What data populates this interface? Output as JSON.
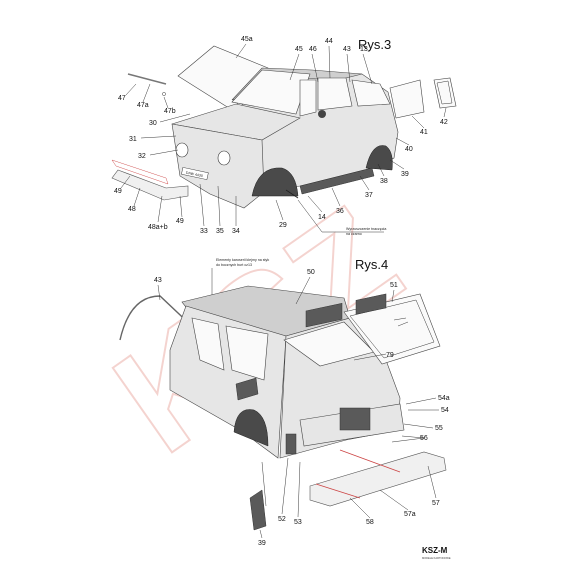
{
  "figure_top": {
    "title": "Rys.3",
    "labels": {
      "l45a": "45a",
      "l45": "45",
      "l46": "46",
      "l44": "44",
      "l43": "43",
      "l13": "13",
      "l47": "47",
      "l47a": "47a",
      "l47b": "47b",
      "l30": "30",
      "l31": "31",
      "l32": "32",
      "l49a": "49",
      "l48": "48",
      "l48ab": "48a+b",
      "l49b": "49",
      "l33": "33",
      "l35": "35",
      "l34": "34",
      "l29": "29",
      "l14": "14",
      "l36": "36",
      "l37": "37",
      "l38": "38",
      "l39": "39",
      "l40": "40",
      "l41": "41",
      "l42": "42"
    },
    "note_line1": "Wyrzuszczenie tnaczęcia",
    "note_line2": "na czarno",
    "plate": "DAW 4430"
  },
  "figure_bottom": {
    "title": "Rys.4",
    "note_line1": "Elementy karoserii klejmy na styk",
    "note_line2": "do bocznych burt cz13",
    "labels": {
      "l43": "43",
      "l50": "50",
      "l51": "51",
      "l79": "79",
      "l54a": "54a",
      "l54": "54",
      "l55": "55",
      "l56": "56",
      "l57a": "57",
      "l57b": "57a",
      "l58": "58",
      "l52": "52",
      "l53": "53",
      "l39": "39"
    }
  },
  "watermark": "KSZ",
  "logo": {
    "brand": "KSZ-M",
    "tagline": "MODELE KARTONOWE"
  }
}
